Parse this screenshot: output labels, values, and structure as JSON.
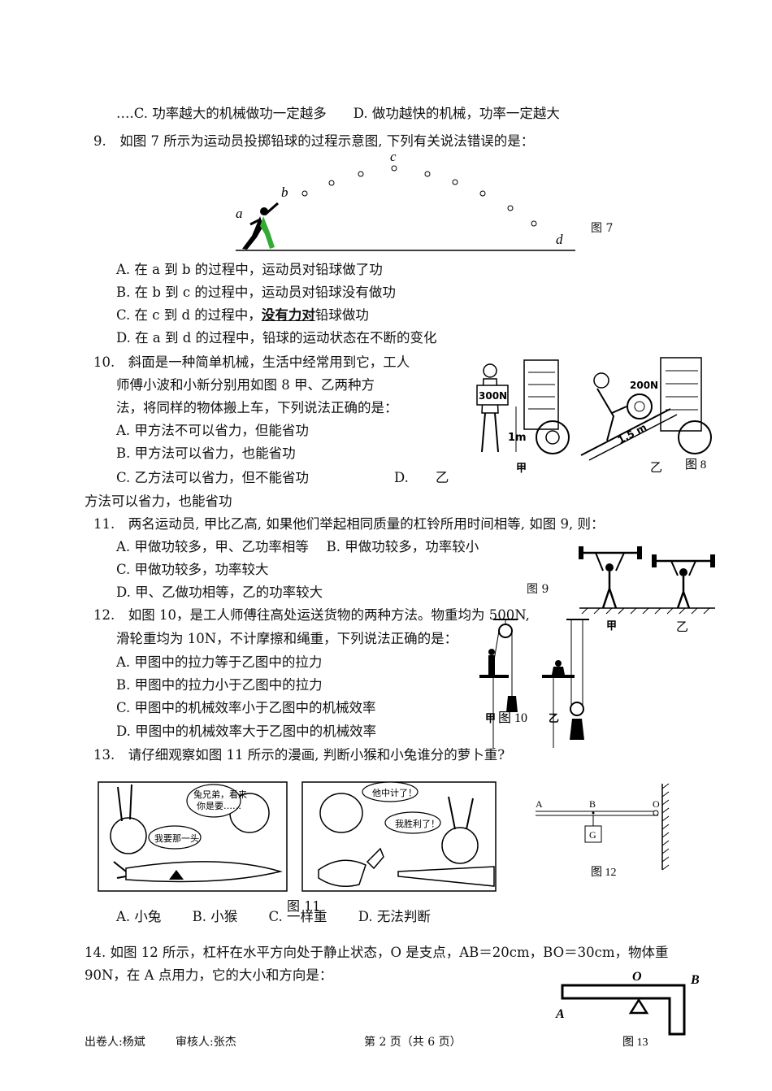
{
  "q8": {
    "options_line_cd": "….C. 功率越大的机械做功一定越多　　D. 做功越快的机械，功率一定越大"
  },
  "q9": {
    "stem": "9.　如图 7 所示为运动员投掷铅球的过程示意图, 下列有关说法错误的是：",
    "fig_label": "图 7",
    "points": {
      "a": "a",
      "b": "b",
      "c": "c",
      "d": "d"
    },
    "optA": "A. 在 a 到 b 的过程中，运动员对铅球做了功",
    "optB": "B. 在 b 到 c 的过程中，运动员对铅球没有做功",
    "optC_pre": "C. 在 c 到 d 的过程中，",
    "optC_ul": "没有力对",
    "optC_post": "铅球做功",
    "optD": "D. 在 a 到 d 的过程中，铅球的运动状态在不断的变化"
  },
  "q10": {
    "line1": "10.　斜面是一种简单机械，生活中经常用到它，工人",
    "line2": "师傅小波和小新分别用如图 8 甲、乙两种方",
    "line3": "法，将同样的物体搬上车，下列说法正确的是：",
    "optA": "A. 甲方法不可以省力，但能省功",
    "optB": "B. 甲方法可以省力，也能省功",
    "optC": "C. 乙方法可以省力，但不能省功",
    "optD_a": "D.　　乙",
    "optD_b": "方法可以省力，也能省功",
    "fig": {
      "load_jia": "300N",
      "height": "1m",
      "load_yi": "200N",
      "slope": "1.5 m",
      "label_jia": "甲",
      "label_yi": "乙",
      "caption": "图 8"
    }
  },
  "q11": {
    "stem": "11.　两名运动员, 甲比乙高, 如果他们举起相同质量的杠铃所用时间相等, 如图 9, 则：",
    "optAB": "A. 甲做功较多，甲、乙功率相等　 B. 甲做功较多，功率较小",
    "optC": "C. 甲做功较多，功率较大",
    "optD": "D. 甲、乙做功相等，乙的功率较大",
    "fig": {
      "caption": "图 9",
      "label_jia": "甲",
      "label_yi": "乙"
    }
  },
  "q12": {
    "line1": "12.　如图 10，是工人师傅往高处运送货物的两种方法。物重均为 500N,",
    "line2": "滑轮重均为 10N，不计摩擦和绳重，下列说法正确的是：",
    "optA": "A. 甲图中的拉力等于乙图中的拉力",
    "optB": "B. 甲图中的拉力小于乙图中的拉力",
    "optC": "C. 甲图中的机械效率小于乙图中的机械效率",
    "optD": "D. 甲图中的机械效率大于乙图中的机械效率",
    "fig": {
      "label_jia": "甲",
      "caption": "图 10",
      "label_yi": "乙"
    }
  },
  "q13": {
    "stem": "13.　请仔细观察如图 11 所示的漫画, 判断小猴和小兔谁分的萝卜重?",
    "bubble1": "兔兄弟，看来你是要……",
    "bubble1_l1": "兔兄弟，看来",
    "bubble1_l2": "你是要……",
    "bubble2": "我要那一头",
    "bubble3": "他中计了！",
    "bubble4": "我胜利了！",
    "caption": "图 11",
    "options": "A. 小兔　　 B. 小猴　　 C. 一样重　　 D. 无法判断"
  },
  "fig12": {
    "A": "A",
    "B": "B",
    "O": "O",
    "G": "G",
    "caption": "图 12"
  },
  "q14": {
    "line1": "14. 如图 12 所示，杠杆在水平方向处于静止状态，O 是支点，AB＝20cm，BO＝30cm，物体重",
    "line2": "90N，在 A 点用力，它的大小和方向是：",
    "fig": {
      "O": "O",
      "B": "B",
      "A": "A",
      "caption": "图 13"
    }
  },
  "footer": {
    "author": "出卷人:杨斌",
    "reviewer": "审核人:张杰",
    "page": "第 2 页（共 6 页）"
  }
}
